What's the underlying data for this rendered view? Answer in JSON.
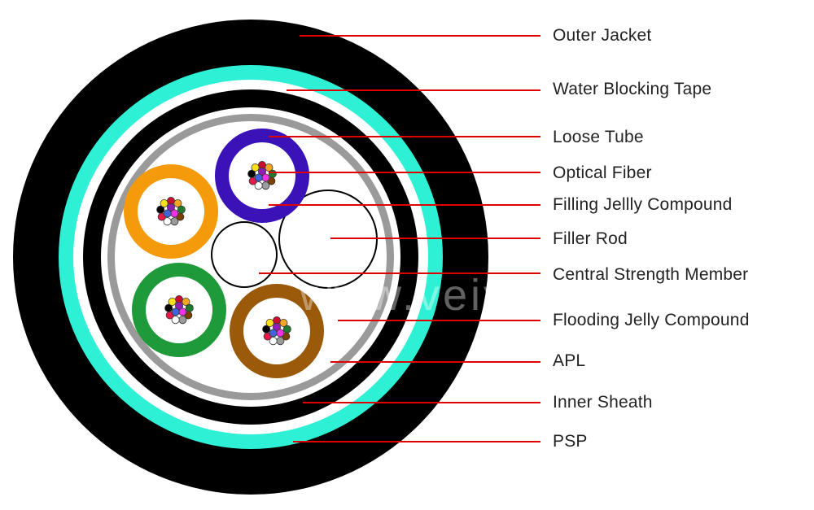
{
  "labels": [
    {
      "id": "outer-jacket",
      "text": "Outer Jacket"
    },
    {
      "id": "water-blocking-tape",
      "text": "Water Blocking Tape"
    },
    {
      "id": "loose-tube",
      "text": "Loose Tube"
    },
    {
      "id": "optical-fiber",
      "text": "Optical Fiber"
    },
    {
      "id": "filling-jelly-compound",
      "text": "Filling Jellly Compound"
    },
    {
      "id": "filler-rod",
      "text": "Filler Rod"
    },
    {
      "id": "central-strength-member",
      "text": "Central Strength Member"
    },
    {
      "id": "flooding-jelly-compound",
      "text": "Flooding Jelly Compound"
    },
    {
      "id": "apl",
      "text": "APL"
    },
    {
      "id": "inner-sheath",
      "text": "Inner Sheath"
    },
    {
      "id": "psp",
      "text": "PSP"
    }
  ],
  "watermark": "www.veivot.com",
  "colors": {
    "outer_jacket": "#000000",
    "psp": "#2ef0d4",
    "apl": "#9a9a9a",
    "leader_line": "#e00000",
    "tube_blue": "#3a12b8",
    "tube_orange": "#f59a0a",
    "tube_green": "#1f9a3a",
    "tube_brown": "#9a5a0a",
    "fiber_colors": [
      "#c8102e",
      "#f5a623",
      "#1f7a30",
      "#7b3f00",
      "#9b9b9b",
      "#ffffff",
      "#e6194b",
      "#000000",
      "#ffe119",
      "#911eb4",
      "#f032e6",
      "#4363d8"
    ]
  }
}
